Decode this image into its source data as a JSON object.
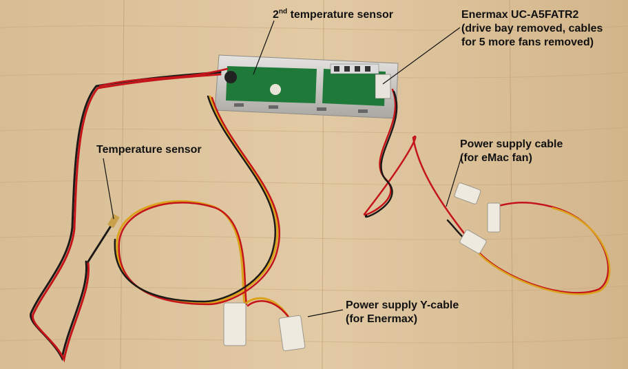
{
  "annotations": {
    "sensor2_ordinal": "2",
    "sensor2_suffix": "nd",
    "sensor2_rest": " temperature sensor",
    "controller_line1": "Enermax  UC-A5FATR2",
    "controller_line2": "(drive bay removed, cables",
    "controller_line3": "for 5 more fans removed)",
    "temp_sensor": "Temperature sensor",
    "psu_cable_line1": "Power supply cable",
    "psu_cable_line2": "(for eMac fan)",
    "y_cable_line1": "Power supply Y-cable",
    "y_cable_line2": "(for Enermax)"
  },
  "colors": {
    "wood_light": "#dcc29c",
    "wood_dark": "#c9a77a",
    "wire_red": "#c4141a",
    "wire_black": "#1c1a18",
    "wire_yellow": "#d9a21a",
    "pcb_green": "#1f7a3a",
    "metal": "#c8c6c2"
  }
}
